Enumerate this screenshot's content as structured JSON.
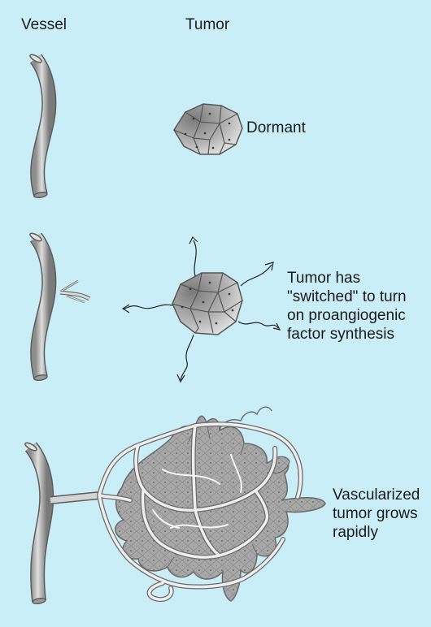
{
  "headers": {
    "vessel": "Vessel",
    "tumor": "Tumor"
  },
  "stages": [
    {
      "label": "Dormant"
    },
    {
      "label": "Tumor has\n\"switched\" to turn\non proangiogenic\nfactor synthesis"
    },
    {
      "label": "Vascularized\ntumor grows\nrapidly"
    }
  ],
  "colors": {
    "background": "#c9eef7",
    "vessel_fill": "#c2c2c2",
    "vessel_outline": "#5c5c5c",
    "tumor_fill": "#9f9f9f",
    "arrow": "#222222"
  }
}
